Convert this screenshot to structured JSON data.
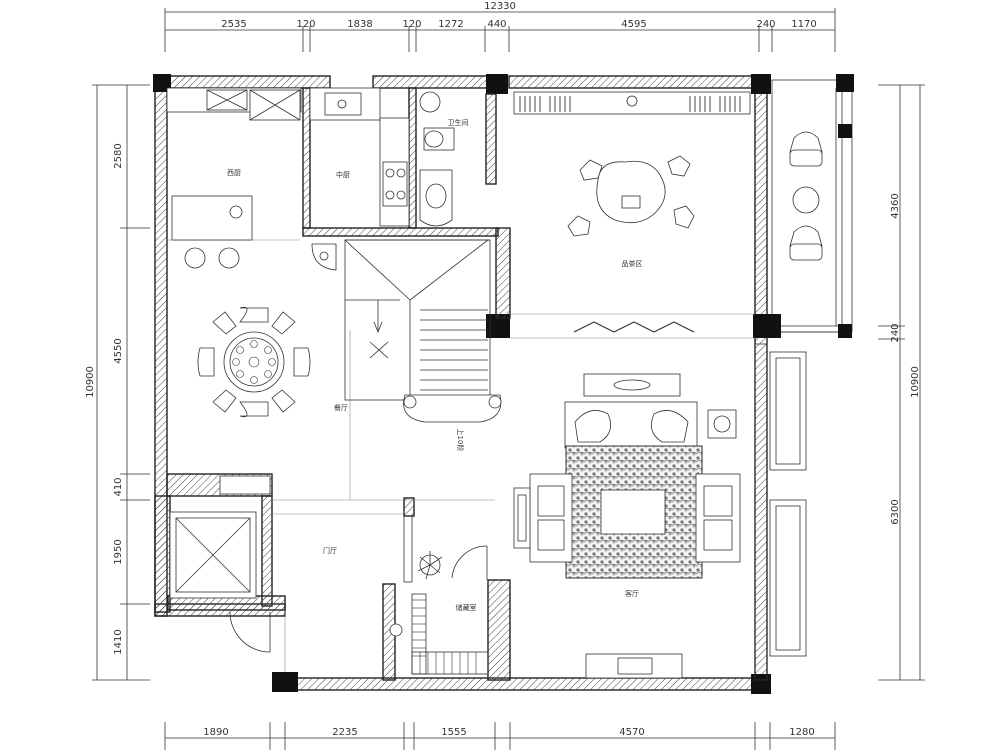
{
  "dimensions": {
    "top_total": "12330",
    "top_segments": [
      "2535",
      "120",
      "1838",
      "120",
      "1272",
      "440",
      "4595",
      "240",
      "1170"
    ],
    "bottom_segments": [
      "1890",
      "2235",
      "1555",
      "4570",
      "1280"
    ],
    "left_total": "10900",
    "left_segments": [
      "2580",
      "4550",
      "410",
      "1950",
      "1410"
    ],
    "right_total": "10900",
    "right_segments": [
      "4360",
      "240",
      "6300"
    ]
  },
  "rooms": {
    "west_kitchen": "西厨",
    "chinese_kitchen": "中厨",
    "bathroom": "卫生间",
    "tea_area": "品茶区",
    "dining": "餐厅",
    "stairs_up": "上10阶",
    "entrance": "门厅",
    "storage": "储藏室",
    "living": "客厅"
  }
}
